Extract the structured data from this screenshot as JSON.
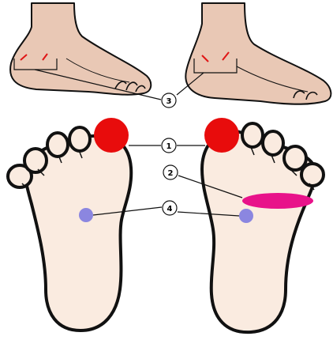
{
  "colors": {
    "background": "#ffffff",
    "foot_side_fill": "#e9c8b5",
    "sole_fill": "#faebe0",
    "outline": "#111111",
    "big_toe_point": "#e80c0c",
    "ball_band": "#e8128a",
    "arch_point": "#8b86e0",
    "ankle_mark": "#e01515"
  },
  "markers": [
    {
      "id": "1",
      "label": "1"
    },
    {
      "id": "2",
      "label": "2"
    },
    {
      "id": "3",
      "label": "3"
    },
    {
      "id": "4",
      "label": "4"
    }
  ]
}
